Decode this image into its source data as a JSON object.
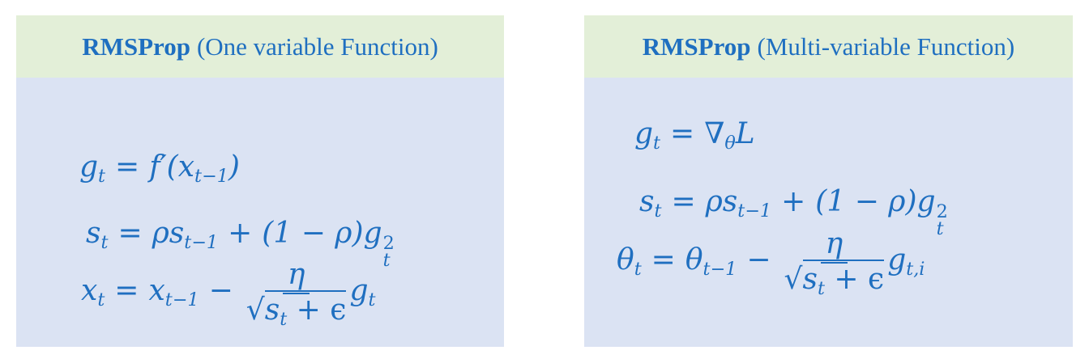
{
  "panels": [
    {
      "title_bold": "RMSProp",
      "title_rest": "(One variable Function)",
      "equations": {
        "grad": [
          "g",
          "t",
          "=",
          "f′(x",
          "t−1",
          ")"
        ],
        "s": [
          "s",
          "t",
          "=",
          "ρs",
          "t−1",
          "+",
          "(1 − ρ)g",
          "t",
          "2"
        ],
        "update": [
          "x",
          "t",
          "=",
          "x",
          "t−1",
          "−",
          "η",
          "√",
          "s",
          "t",
          "+ ϵ",
          "g",
          "t"
        ]
      }
    },
    {
      "title_bold": "RMSProp",
      "title_rest": "(Multi-variable Function)",
      "equations": {
        "grad": [
          "g",
          "t",
          "=",
          "∇",
          "θ",
          "L"
        ],
        "s": [
          "s",
          "t",
          "=",
          "ρs",
          "t−1",
          "+",
          "(1 − ρ)g",
          "t",
          "2"
        ],
        "update": [
          "θ",
          "t",
          "=",
          "θ",
          "t−1",
          "−",
          "η",
          "√",
          "s",
          "t",
          "+ ϵ",
          "g",
          "t,i"
        ]
      }
    }
  ],
  "colors": {
    "header_bg": "#e3efd8",
    "body_bg": "#dbe3f3",
    "text": "#1f6fc0"
  }
}
